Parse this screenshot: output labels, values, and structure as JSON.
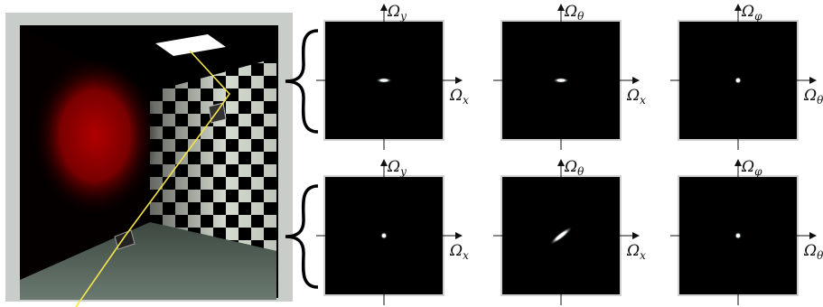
{
  "figure": {
    "panels": [
      {
        "x_axis": "Ω",
        "x_sub": "x",
        "y_axis": "Ω",
        "y_sub": "y",
        "spectrum": "tiny-horizontal-ellipse"
      },
      {
        "x_axis": "Ω",
        "x_sub": "x",
        "y_axis": "Ω",
        "y_sub": "θ",
        "spectrum": "tiny-horizontal-ellipse"
      },
      {
        "x_axis": "Ω",
        "x_sub": "θ",
        "y_axis": "Ω",
        "y_sub": "φ",
        "spectrum": "tiny-dot"
      },
      {
        "x_axis": "Ω",
        "x_sub": "x",
        "y_axis": "Ω",
        "y_sub": "y",
        "spectrum": "tiny-dot"
      },
      {
        "x_axis": "Ω",
        "x_sub": "x",
        "y_axis": "Ω",
        "y_sub": "θ",
        "spectrum": "diagonal-ellipse"
      },
      {
        "x_axis": "Ω",
        "x_sub": "θ",
        "y_axis": "Ω",
        "y_sub": "φ",
        "spectrum": "tiny-dot"
      }
    ],
    "scene": {
      "description_colors": {
        "left_wall": "#000000",
        "red_spot": "#a00000",
        "floor": "#5d6a62",
        "ray": "#f5e44a",
        "light": "#ffffff"
      }
    }
  }
}
